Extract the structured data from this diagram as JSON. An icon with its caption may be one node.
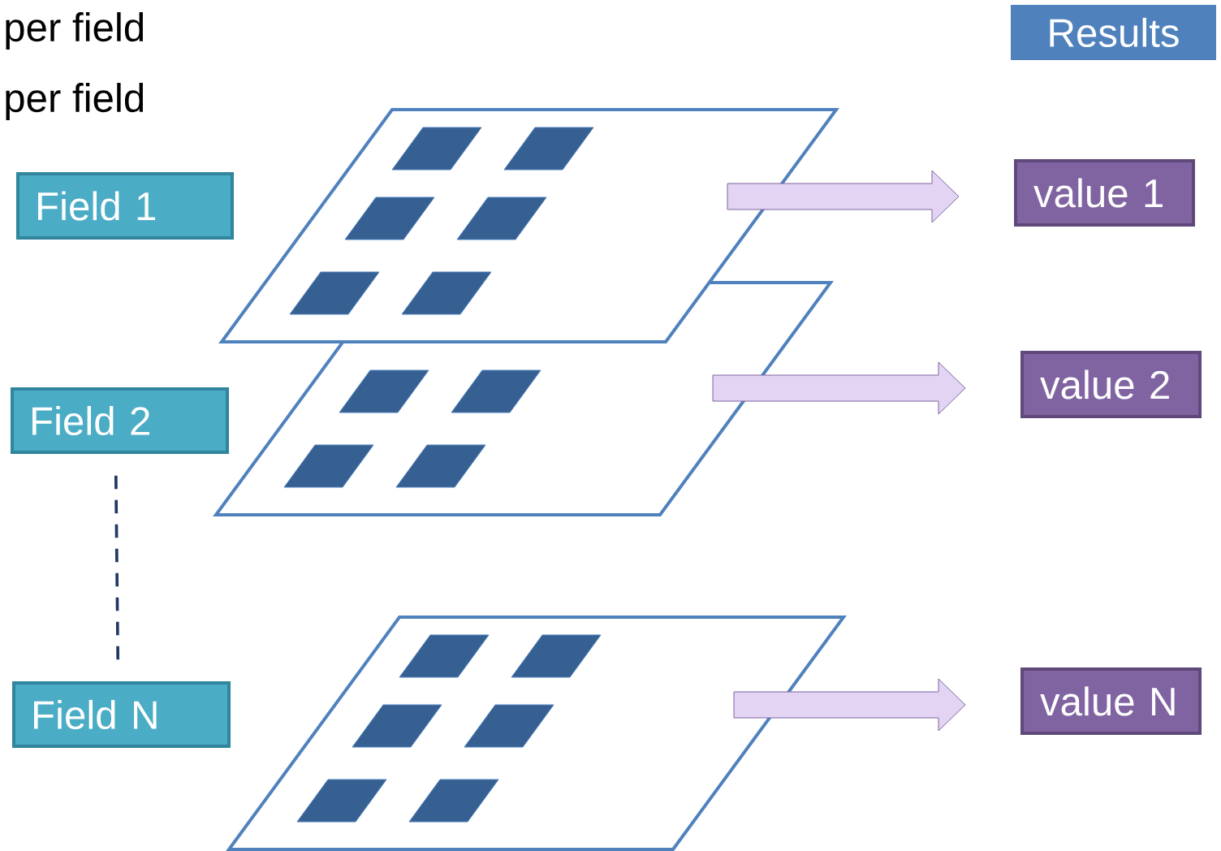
{
  "diagram": {
    "nodes": [
      {
        "text": [
          "Results"
        ]
      },
      {
        "text": [
          "Field 1"
        ]
      },
      {
        "text": [
          "Field 2"
        ]
      },
      {
        "text": [
          "Field N"
        ]
      },
      {
        "text": [],
        "shape": "parallelogram"
      },
      {
        "text": [],
        "shape": "parallelogram"
      },
      {
        "text": [],
        "shape": "parallelogram"
      },
      {
        "text": [
          "value 1"
        ]
      },
      {
        "text": [
          "value 2"
        ]
      },
      {
        "text": [
          "value N"
        ]
      }
    ],
    "edges": [
      {
        "from": 4,
        "to": 7,
        "arrow": "to"
      },
      {
        "from": 5,
        "to": 8,
        "arrow": "to"
      },
      {
        "from": 6,
        "to": 9,
        "arrow": "to"
      },
      {
        "from": 2,
        "to": 3,
        "arrow": "none",
        "style": "dashed",
        "color": "#1f3864"
      }
    ],
    "labels": [
      "per field",
      "per field"
    ]
  }
}
